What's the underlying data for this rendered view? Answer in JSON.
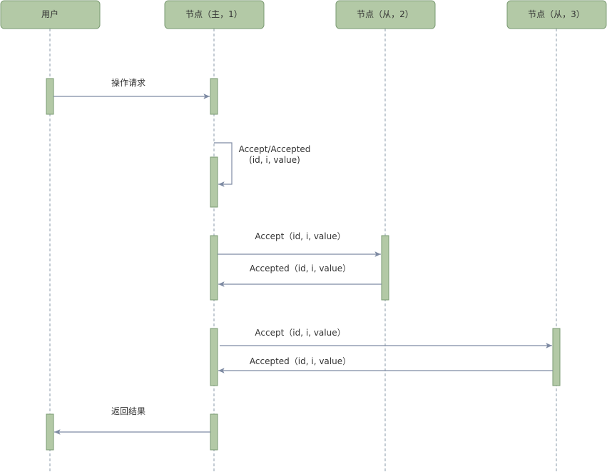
{
  "participants": [
    {
      "id": "user",
      "label": "用户"
    },
    {
      "id": "node1",
      "label": "节点（主，1）"
    },
    {
      "id": "node2",
      "label": "节点（从，2）"
    },
    {
      "id": "node3",
      "label": "节点（从，3）"
    }
  ],
  "messages": [
    {
      "id": "m1",
      "from": "user",
      "to": "node1",
      "label": "操作请求"
    },
    {
      "id": "m2",
      "from": "node1",
      "to": "node1",
      "label_line1": "Accept/Accepted",
      "label_line2": "(id, i, value)"
    },
    {
      "id": "m3",
      "from": "node1",
      "to": "node2",
      "label": "Accept（id, i, value）"
    },
    {
      "id": "m4",
      "from": "node2",
      "to": "node1",
      "label": "Accepted（id, i, value）"
    },
    {
      "id": "m5",
      "from": "node1",
      "to": "node3",
      "label": "Accept（id, i, value）"
    },
    {
      "id": "m6",
      "from": "node3",
      "to": "node1",
      "label": "Accepted（id, i, value）"
    },
    {
      "id": "m7",
      "from": "node1",
      "to": "user",
      "label": "返回结果"
    }
  ]
}
